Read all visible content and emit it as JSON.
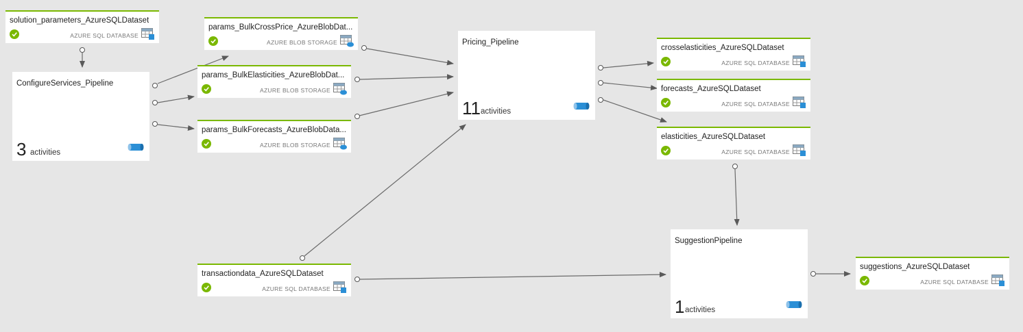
{
  "datasets": {
    "solution_params": {
      "name": "solution_parameters_AzureSQLDataset",
      "type": "AZURE SQL DATABASE"
    },
    "bulk_cross_price": {
      "name": "params_BulkCrossPrice_AzureBlobDat...",
      "type": "AZURE BLOB STORAGE"
    },
    "bulk_elasticities": {
      "name": "params_BulkElasticities_AzureBlobDat...",
      "type": "AZURE BLOB STORAGE"
    },
    "bulk_forecasts": {
      "name": "params_BulkForecasts_AzureBlobData...",
      "type": "AZURE BLOB STORAGE"
    },
    "transactiondata": {
      "name": "transactiondata_AzureSQLDataset",
      "type": "AZURE SQL DATABASE"
    },
    "crosselasticities": {
      "name": "crosselasticities_AzureSQLDataset",
      "type": "AZURE SQL DATABASE"
    },
    "forecasts": {
      "name": "forecasts_AzureSQLDataset",
      "type": "AZURE SQL DATABASE"
    },
    "elasticities": {
      "name": "elasticities_AzureSQLDataset",
      "type": "AZURE SQL DATABASE"
    },
    "suggestions": {
      "name": "suggestions_AzureSQLDataset",
      "type": "AZURE SQL DATABASE"
    }
  },
  "pipelines": {
    "configure": {
      "name": "ConfigureServices_Pipeline",
      "count": "3",
      "unit": "activities"
    },
    "pricing": {
      "name": "Pricing_Pipeline",
      "count": "11",
      "unit": "activities"
    },
    "suggestion": {
      "name": "SuggestionPipeline",
      "count": "1",
      "unit": "activities"
    }
  },
  "colors": {
    "accent": "#7ab800",
    "canvas": "#e6e6e6",
    "edge": "#606060",
    "pipeline_icon": "#2b8fd6"
  },
  "icons": {
    "status": "check-icon",
    "sql": "sql-table-icon",
    "blob": "blob-table-icon",
    "pipeline": "pipeline-icon"
  }
}
